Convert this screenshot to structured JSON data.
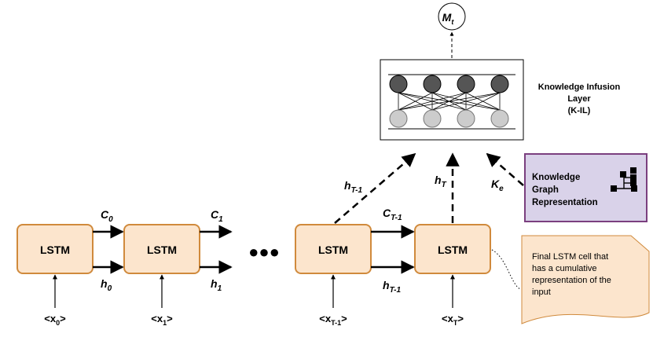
{
  "lstm_cells": [
    {
      "label": "LSTM",
      "input": "<x",
      "input_sub": "0",
      "input_end": ">"
    },
    {
      "label": "LSTM",
      "input": "<x",
      "input_sub": "1",
      "input_end": ">"
    },
    {
      "label": "LSTM",
      "input": "<x",
      "input_sub": "T-1",
      "input_end": ">"
    },
    {
      "label": "LSTM",
      "input": "<x",
      "input_sub": "T",
      "input_end": ">"
    }
  ],
  "edges": {
    "c0": {
      "base": "C",
      "sub": "0"
    },
    "h0": {
      "base": "h",
      "sub": "0"
    },
    "c1": {
      "base": "C",
      "sub": "1"
    },
    "h1": {
      "base": "h",
      "sub": "1"
    },
    "cT1": {
      "base": "C",
      "sub": "T-1"
    },
    "hT1_bottom": {
      "base": "h",
      "sub": "T-1"
    },
    "hT1_up": {
      "base": "h",
      "sub": "T-1"
    },
    "hT_up": {
      "base": "h",
      "sub": "T"
    },
    "ke": {
      "base": "K",
      "sub": "e"
    }
  },
  "ellipsis": "●●●",
  "output_node": {
    "base": "M",
    "sub": "t"
  },
  "kil": {
    "line1": "Knowledge Infusion",
    "line2": "Layer",
    "line3": "(K-IL)"
  },
  "kg": {
    "line1": "Knowledge",
    "line2": "Graph",
    "line3": "Representation"
  },
  "note": {
    "line1": "Final LSTM cell that",
    "line2": "has a cumulative",
    "line3": "representation of the",
    "line4": "input"
  },
  "colors": {
    "lstm_fill": "#fce5cd",
    "lstm_stroke": "#d08a3c",
    "kg_fill": "#d9d2e9",
    "kg_stroke": "#7b3f7f",
    "note_fill": "#fce5cd",
    "node_dark": "#555555",
    "node_light": "#cccccc"
  },
  "icons": [
    "graph-icon"
  ]
}
